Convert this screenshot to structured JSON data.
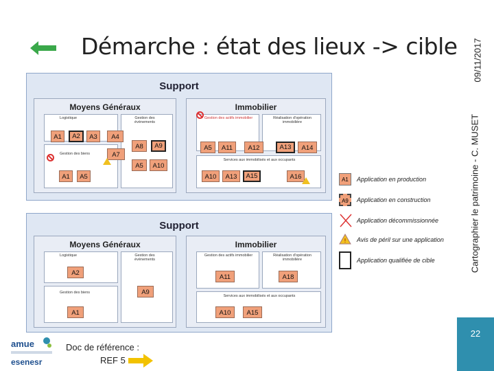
{
  "slide": {
    "title": "Démarche : état des lieux -> cible",
    "date": "09/11/2017",
    "side_label": "Cartographier le patrimoine - C. MUSET",
    "page_number": "22",
    "footer_doc": "Doc de référence :",
    "footer_ref": "REF 5"
  },
  "current": {
    "title": "Support",
    "moyens_title": "Moyens Généraux",
    "immobilier_title": "Immobilier",
    "logistique": "Logistique",
    "gestion_evenements": "Gestion des évènements",
    "gestion_biens": "Gestion des biens",
    "gestion_actifs": "Gestion des actifs immobilier",
    "realisation": "Réalisation d'opération immobilière",
    "services": "Services aux immobilisés et aux occupants",
    "apps": [
      "A1",
      "A2",
      "A3",
      "A4",
      "A7",
      "A8",
      "A9",
      "A1",
      "A5",
      "A5",
      "A10",
      "A5",
      "A11",
      "A12",
      "A13",
      "A14",
      "A10",
      "A13",
      "A15",
      "A16"
    ]
  },
  "target": {
    "title": "Support",
    "moyens_title": "Moyens Généraux",
    "immobilier_title": "Immobilier",
    "logistique": "Logistique",
    "gestion_evenements": "Gestion des évènements",
    "gestion_biens": "Gestion des biens",
    "gestion_actifs": "Gestion des actifs immobilier",
    "realisation": "Réalisation d'opération immobilière",
    "services": "Services aux immobilisés et aux occupants",
    "apps": [
      "A2",
      "A9",
      "A1",
      "A11",
      "A18",
      "A10",
      "A15"
    ]
  },
  "legend": [
    {
      "chip": "A1",
      "text": "Application en production"
    },
    {
      "chip": "A9",
      "text": "Application en construction"
    },
    {
      "chip": "",
      "text": "Application décommissionnée"
    },
    {
      "chip": "",
      "text": "Avis de péril sur une application"
    },
    {
      "chip": "",
      "text": "Application qualifiée de cible"
    }
  ],
  "logo_text": [
    "amue",
    "esenesr"
  ],
  "colors": {
    "accent": "#2f8fae",
    "app": "#f0a07a",
    "arrow": "#3aa84a",
    "ref_arrow": "#f2c200"
  }
}
